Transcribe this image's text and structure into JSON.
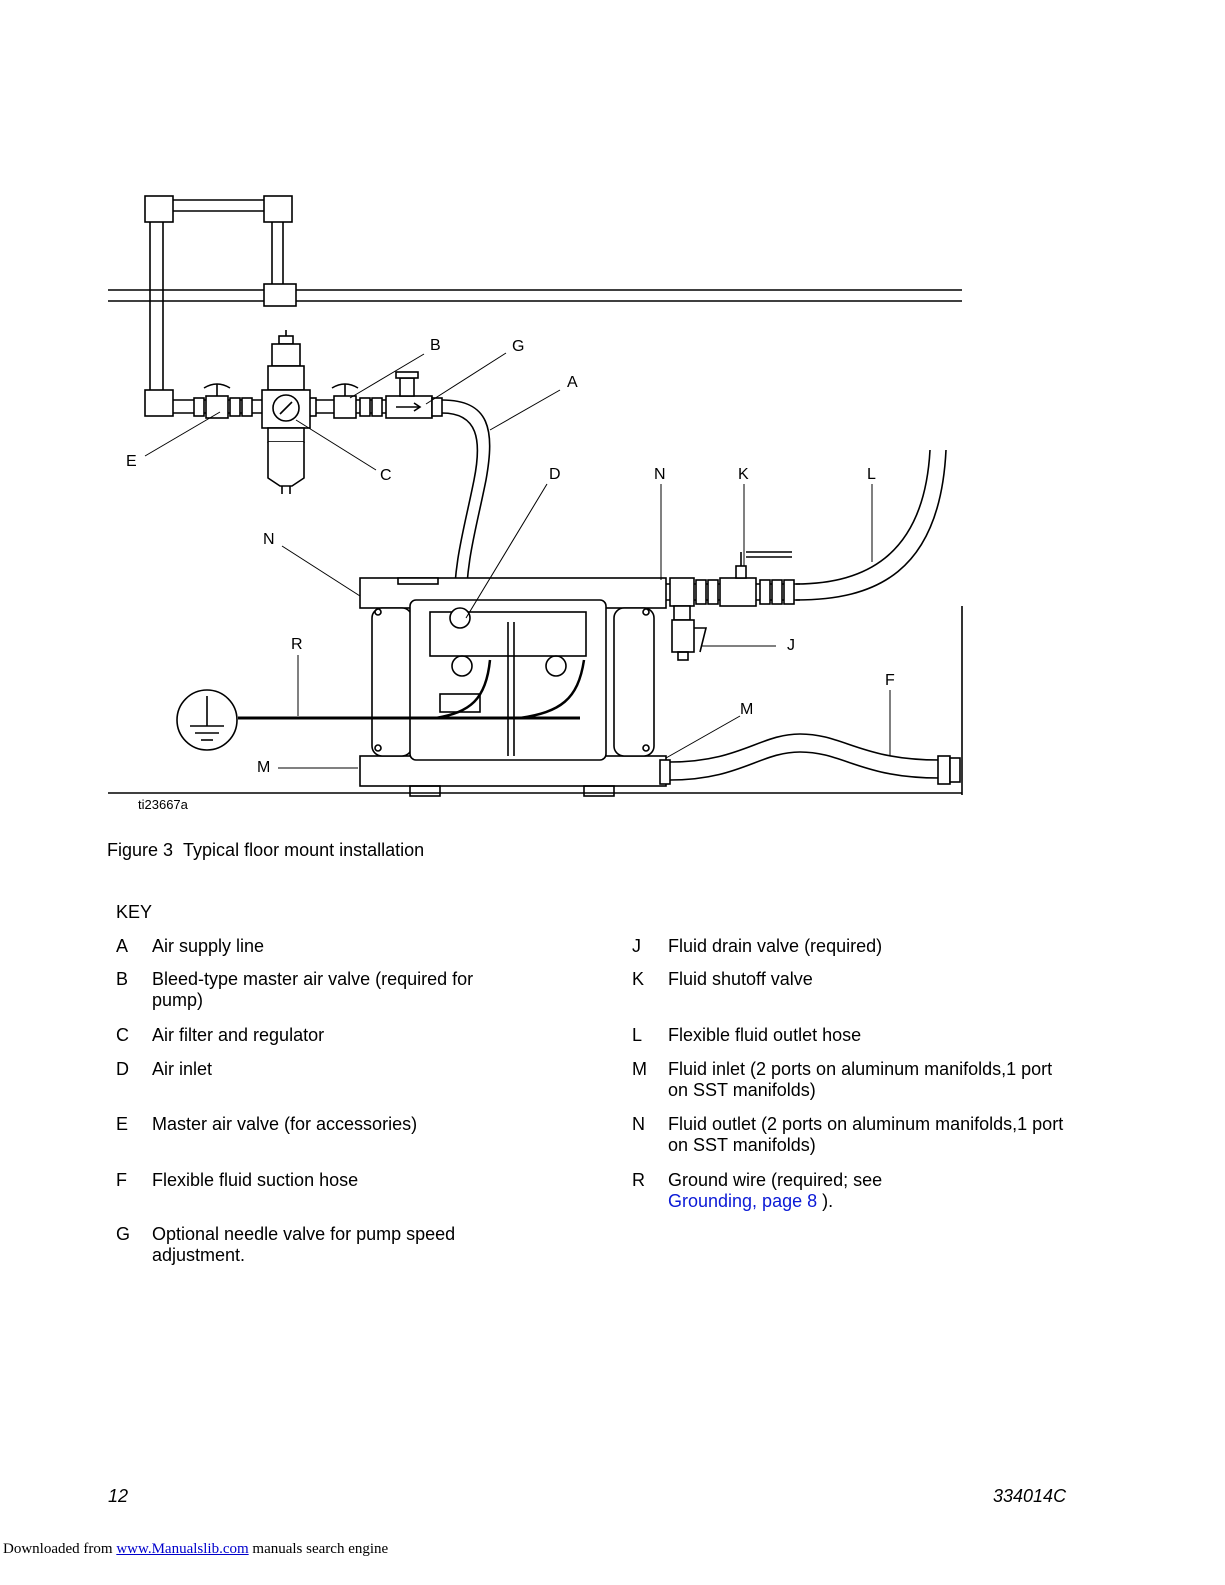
{
  "figure": {
    "id_label": "ti23667a",
    "callouts": {
      "b": "B",
      "g": "G",
      "a": "A",
      "e": "E",
      "c": "C",
      "d": "D",
      "n_top": "N",
      "k": "K",
      "l": "L",
      "n_left": "N",
      "r": "R",
      "j": "J",
      "f": "F",
      "m_right": "M",
      "m_left": "M"
    }
  },
  "caption": {
    "number": "Figure 3",
    "text": "Typical floor mount installation"
  },
  "key": {
    "title": "KEY",
    "left": [
      {
        "letter": "A",
        "text": "Air supply line"
      },
      {
        "letter": "B",
        "text": "Bleed-type master air valve (required for pump)"
      },
      {
        "letter": "C",
        "text": "Air filter and regulator"
      },
      {
        "letter": "D",
        "text": "Air inlet"
      },
      {
        "letter": "E",
        "text": "Master air valve (for accessories)"
      },
      {
        "letter": "F",
        "text": "Flexible fluid suction hose"
      },
      {
        "letter": "G",
        "text": "Optional needle valve for pump speed adjustment."
      }
    ],
    "right": [
      {
        "letter": "J",
        "text": "Fluid drain valve (required)"
      },
      {
        "letter": "K",
        "text": "Fluid shutoff valve"
      },
      {
        "letter": "L",
        "text": "Flexible fluid outlet hose"
      },
      {
        "letter": "M",
        "text": "Fluid inlet (2 ports on aluminum manifolds,1 port on SST manifolds)"
      },
      {
        "letter": "N",
        "text": "Fluid outlet (2 ports on aluminum manifolds,1 port on SST manifolds)"
      },
      {
        "letter": "R",
        "text": "Ground wire (required; see",
        "link": "Grounding, page  8",
        "suffix": " )."
      }
    ]
  },
  "footer": {
    "page_number": "12",
    "doc_number": "334014C"
  },
  "download_note": {
    "prefix": "Downloaded from ",
    "link": "www.Manualslib.com",
    "suffix": " manuals search engine"
  }
}
